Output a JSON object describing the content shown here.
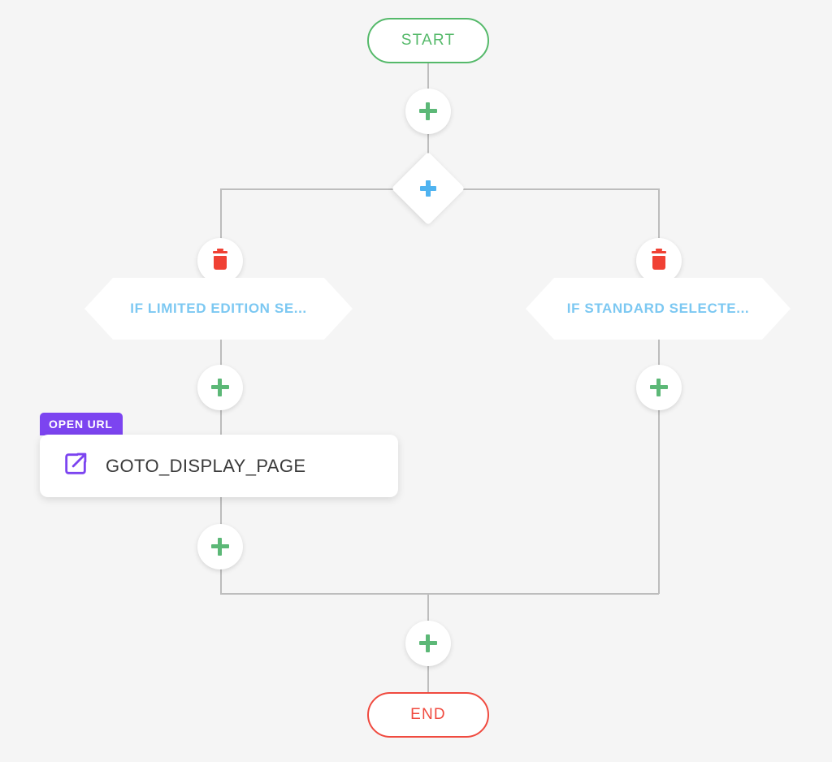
{
  "canvas": {
    "background": "#f5f5f5",
    "line_color": "#bdbdbd"
  },
  "nodes": {
    "start": {
      "label": "START",
      "color": "#55b96a"
    },
    "end": {
      "label": "END",
      "color": "#f04a3f"
    },
    "branch_diamond": {
      "icon": "plus-icon",
      "color": "#4fb3f0"
    },
    "condition_left": {
      "label": "IF LIMITED EDITION SE...",
      "color": "#7cc8f2",
      "delete_icon": "trash-icon"
    },
    "condition_right": {
      "label": "IF STANDARD SELECTE...",
      "color": "#7cc8f2",
      "delete_icon": "trash-icon"
    },
    "action_card": {
      "badge": "OPEN URL",
      "badge_color": "#7c44f0",
      "label": "GOTO_DISPLAY_PAGE",
      "icon": "external-link-icon",
      "icon_color": "#7c44f0"
    }
  },
  "add_buttons": [
    {
      "name": "add-step-after-start",
      "icon": "plus-icon",
      "color": "#5cb877"
    },
    {
      "name": "add-step-left-branch-top",
      "icon": "plus-icon",
      "color": "#5cb877"
    },
    {
      "name": "add-step-right-branch-top",
      "icon": "plus-icon",
      "color": "#5cb877"
    },
    {
      "name": "add-step-left-branch-bottom",
      "icon": "plus-icon",
      "color": "#5cb877"
    },
    {
      "name": "add-step-before-end",
      "icon": "plus-icon",
      "color": "#5cb877"
    }
  ]
}
